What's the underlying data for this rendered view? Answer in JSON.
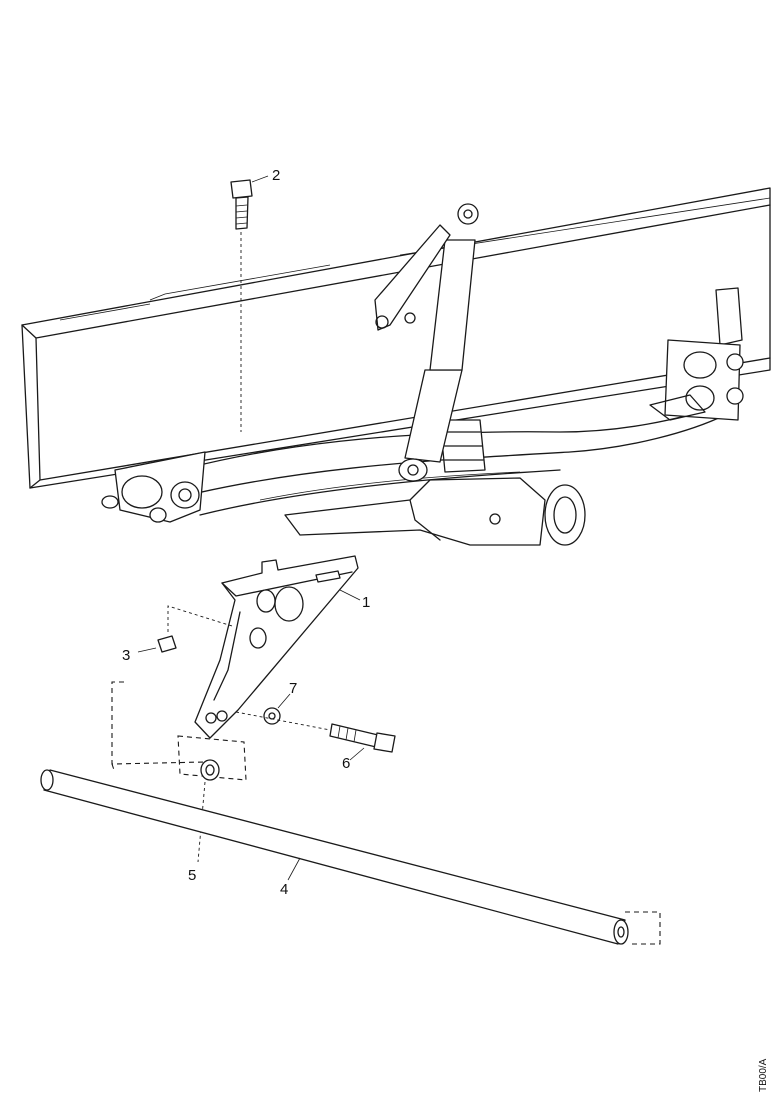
{
  "callouts": {
    "c1": "1",
    "c2": "2",
    "c3": "3",
    "c4": "4",
    "c5": "5",
    "c6": "6",
    "c7": "7"
  },
  "figure_code": "TB00/A"
}
